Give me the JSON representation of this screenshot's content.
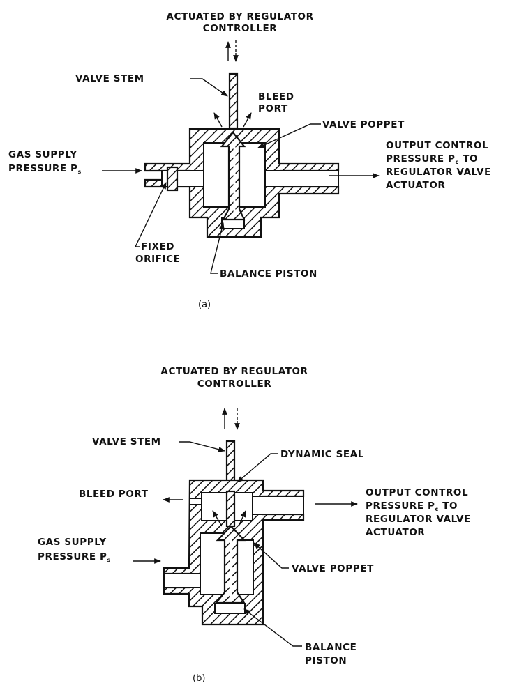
{
  "figure_a": {
    "actuation_label_line1": "ACTUATED BY REGULATOR",
    "actuation_label_line2": "CONTROLLER",
    "valve_stem": "VALVE STEM",
    "bleed_port_line1": "BLEED",
    "bleed_port_line2": "PORT",
    "valve_poppet": "VALVE POPPET",
    "gas_supply_line1": "GAS SUPPLY",
    "gas_supply_line2": "PRESSURE P",
    "gas_supply_subscript": "s",
    "output_line1": "OUTPUT CONTROL",
    "output_line2_pre": "PRESSURE P",
    "output_subscript": "c",
    "output_line2_post": " TO",
    "output_line3": "REGULATOR VALVE",
    "output_line4": "ACTUATOR",
    "fixed_orifice_line1": "FIXED",
    "fixed_orifice_line2": "ORIFICE",
    "balance_piston": "BALANCE PISTON",
    "caption": "(a)"
  },
  "figure_b": {
    "actuation_label_line1": "ACTUATED BY REGULATOR",
    "actuation_label_line2": "CONTROLLER",
    "valve_stem": "VALVE STEM",
    "dynamic_seal": "DYNAMIC SEAL",
    "bleed_port": "BLEED PORT",
    "output_line1": "OUTPUT CONTROL",
    "output_line2_pre": "PRESSURE P",
    "output_subscript": "c",
    "output_line2_post": " TO",
    "output_line3": "REGULATOR VALVE",
    "output_line4": "ACTUATOR",
    "gas_supply_line1": "GAS SUPPLY",
    "gas_supply_line2": "PRESSURE P",
    "gas_supply_subscript": "s",
    "valve_poppet": "VALVE POPPET",
    "balance_piston_line1": "BALANCE",
    "balance_piston_line2": "PISTON",
    "caption": "(b)"
  }
}
